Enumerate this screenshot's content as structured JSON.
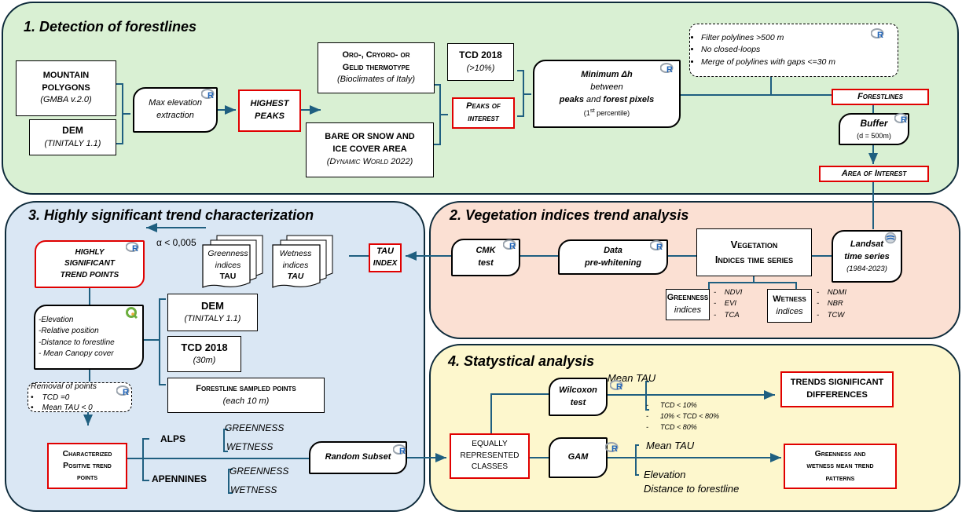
{
  "panels": {
    "p1": {
      "title": "1. Detection of forestlines",
      "color": "#d9f0d3"
    },
    "p2": {
      "title": "2. Vegetation indices trend analysis",
      "color": "#fbe0d3"
    },
    "p3": {
      "title": "3. Highly significant trend characterization",
      "color": "#dae7f4"
    },
    "p4": {
      "title": "4. Statystical analysis",
      "color": "#fdf7cd"
    }
  },
  "colors": {
    "arrow": "#1f5f80",
    "highlight": "#e00000",
    "r_logo": "#1e63b8"
  },
  "section1": {
    "mountain": {
      "l1": "MOUNTAIN",
      "l2": "POLYGONS",
      "sub": "(GMBA v.2.0)"
    },
    "dem": {
      "title": "DEM",
      "sub": "(TINITALY 1.1)"
    },
    "max_elev": {
      "l1": "Max elevation",
      "l2": "extraction"
    },
    "highest": {
      "l1": "HIGHEST",
      "l2": "PEAKS"
    },
    "thermotype": {
      "l1": "Oro-, Cryoro- or",
      "l2": "Gelid thermotype",
      "sub": "(Bioclimates of Italy)"
    },
    "bare": {
      "l1": "BARE OR SNOW AND",
      "l2": "ICE COVER AREA",
      "sub": "(Dynamic World 2022)"
    },
    "tcd": {
      "title": "TCD 2018",
      "sub": "(>10%)"
    },
    "peaks_interest": {
      "l1": "Peaks of",
      "l2": "interest"
    },
    "min_dh": {
      "l1": "Minimum Δh",
      "l2": "between",
      "l3a": "peaks",
      "l3b": " and ",
      "l3c": "forest pixels",
      "l4a": "(1",
      "l4sup": "st",
      "l4b": " percentile)"
    },
    "filters": [
      "Filter polylines >500 m",
      "No closed-loops",
      "Merge of polylines with gaps <=30 m"
    ],
    "forestlines": "Forestlines",
    "buffer": {
      "title": "Buffer",
      "sub": "(d = 500m)"
    },
    "aoi": "Area of Interest"
  },
  "section2": {
    "landsat": {
      "l1": "Landsat",
      "l2": "time series",
      "sub": "(1984-2023)"
    },
    "veg": {
      "l1": "Vegetation",
      "l2": "Indices time series"
    },
    "prewhite": {
      "l1": "Data",
      "l2": "pre-whitening"
    },
    "cmk": {
      "l1": "CMK",
      "l2": "test"
    },
    "greenness": {
      "title": "Greenness",
      "sub": "indices",
      "items": [
        "NDVI",
        "EVI",
        "TCA"
      ]
    },
    "wetness": {
      "title": "Wetness",
      "sub": "indices",
      "items": [
        "NDMI",
        "NBR",
        "TCW"
      ]
    }
  },
  "section3": {
    "tau_index": {
      "l1": "TAU",
      "l2": "INDEX"
    },
    "wet_doc": {
      "l1": "Wetness",
      "l2": "indices",
      "l3": "TAU"
    },
    "green_doc": {
      "l1": "Greenness",
      "l2": "indices",
      "l3": "TAU"
    },
    "alpha": "α < 0,005",
    "highly": {
      "l1": "HIGHLY",
      "l2": "SIGNIFICANT",
      "l3": "TREND POINTS"
    },
    "attributes": [
      "-Elevation",
      "-Relative position",
      "-Distance to forestline",
      "- Mean Canopy cover"
    ],
    "dem": {
      "title": "DEM",
      "sub": "(TINITALY 1.1)"
    },
    "tcd": {
      "title": "TCD 2018",
      "sub": "(30m)"
    },
    "sampled": {
      "title": "Forestline sampled points",
      "sub": "(each 10 m)"
    },
    "removal": {
      "title": "Removal of points",
      "items": [
        "TCD =0",
        "Mean TAU  < 0"
      ]
    },
    "characterized": {
      "l1": "Characterized",
      "l2": "Positive trend",
      "l3": "points"
    },
    "alps": "ALPS",
    "apennines": "APENNINES",
    "alps_items": [
      "GREENNESS",
      "WETNESS"
    ],
    "apennines_items": [
      "GREENNESS",
      "WETNESS"
    ],
    "random": "Random Subset"
  },
  "section4": {
    "equally": {
      "l1": "EQUALLY",
      "l2": "REPRESENTED",
      "l3": "CLASSES"
    },
    "wilcoxon": {
      "l1": "Wilcoxon",
      "l2": "test"
    },
    "gam": "GAM",
    "w_mean": "Mean TAU",
    "w_items": [
      "TCD < 10%",
      "10% < TCD < 80%",
      "TCD < 80%"
    ],
    "g_mean": "Mean TAU",
    "g_items": [
      "Elevation",
      "Distance to forestline"
    ],
    "trends": {
      "l1": "TRENDS SIGNIFICANT",
      "l2": "DIFFERENCES"
    },
    "patterns": {
      "l1": "Greenness and",
      "l2": "wetness mean trend",
      "l3": "patterns"
    }
  }
}
